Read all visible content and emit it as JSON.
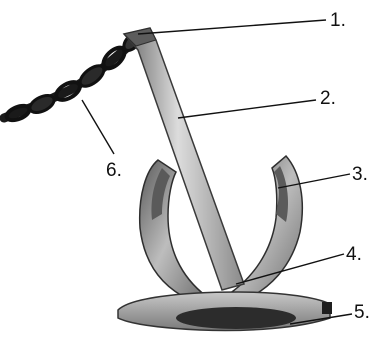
{
  "colors": {
    "background": "#ffffff",
    "metal_light": "#d8d8d8",
    "metal_mid": "#9a9a9a",
    "metal_dark": "#4a4a4a",
    "ink": "#111111"
  },
  "callouts": [
    {
      "id": "1",
      "label": "1."
    },
    {
      "id": "2",
      "label": "2."
    },
    {
      "id": "3",
      "label": "3."
    },
    {
      "id": "4",
      "label": "4."
    },
    {
      "id": "5",
      "label": "5."
    },
    {
      "id": "6",
      "label": "6."
    }
  ]
}
